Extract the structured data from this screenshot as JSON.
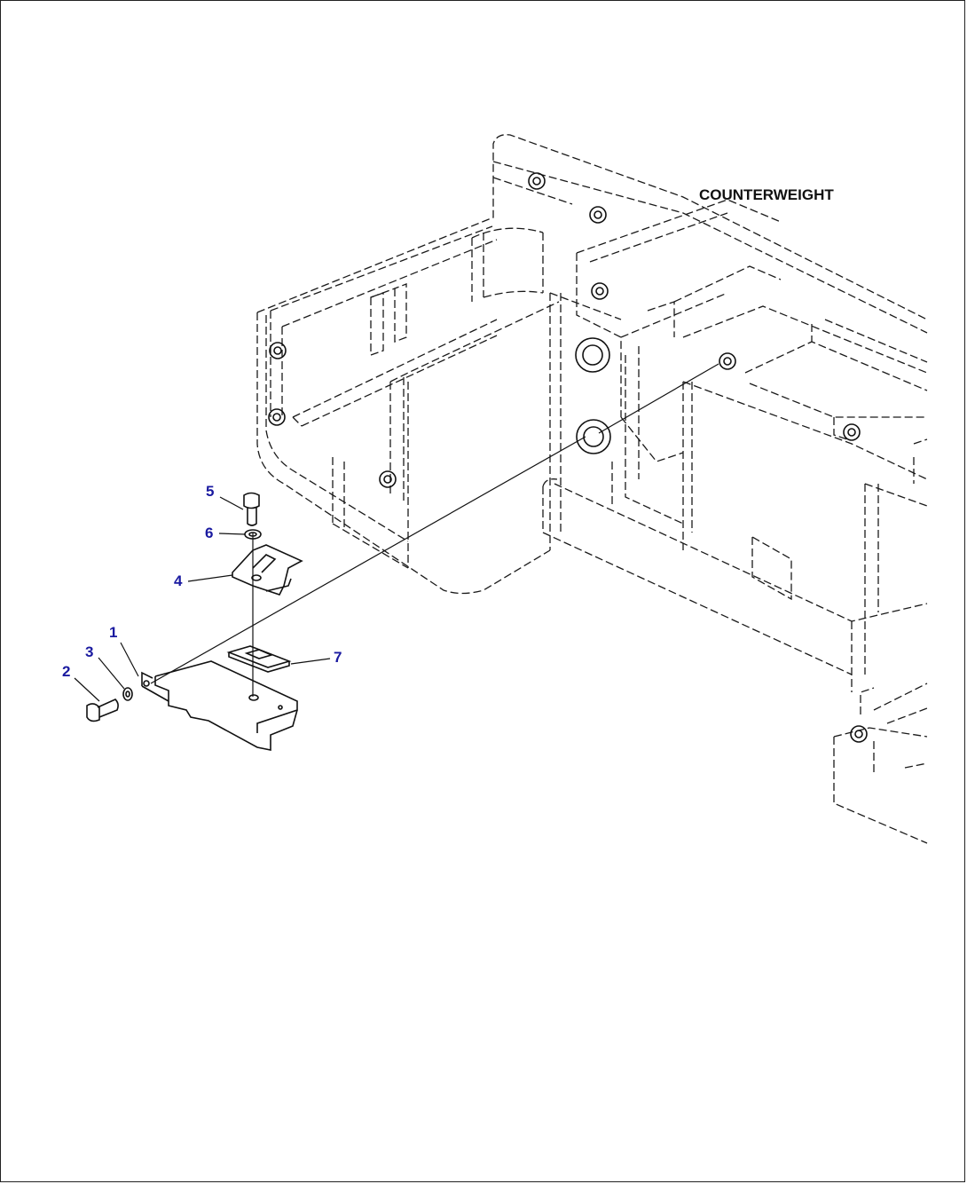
{
  "title_label": "COUNTERWEIGHT",
  "callouts": [
    "1",
    "2",
    "3",
    "4",
    "5",
    "6",
    "7"
  ],
  "colors": {
    "callout_text": "#1a1aa0",
    "line_art": "#111111",
    "background": "#ffffff"
  }
}
